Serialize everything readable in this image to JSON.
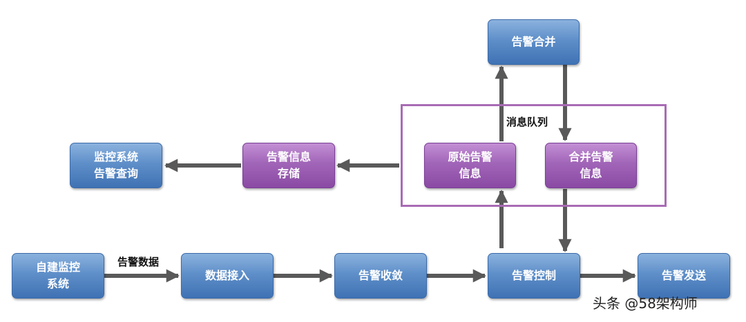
{
  "nodes": {
    "self_monitor": "自建监控\n系统",
    "data_ingest": "数据接入",
    "alarm_converge": "告警收敛",
    "alarm_control": "告警控制",
    "alarm_send": "告警发送",
    "raw_alarm_info": "原始告警\n信息",
    "merged_alarm_info": "合并告警\n信息",
    "alarm_merge": "告警合并",
    "alarm_storage": "告警信息\n存储",
    "monitor_query": "监控系统\n告警查询"
  },
  "labels": {
    "alarm_data": "告警数据",
    "message_queue": "消息队列"
  },
  "watermark": "头条 @58架构师",
  "colors": {
    "blue_box": "#5f8fc9",
    "purple_box": "#a165b8",
    "frame": "#a86bb4",
    "arrow": "#595959"
  }
}
